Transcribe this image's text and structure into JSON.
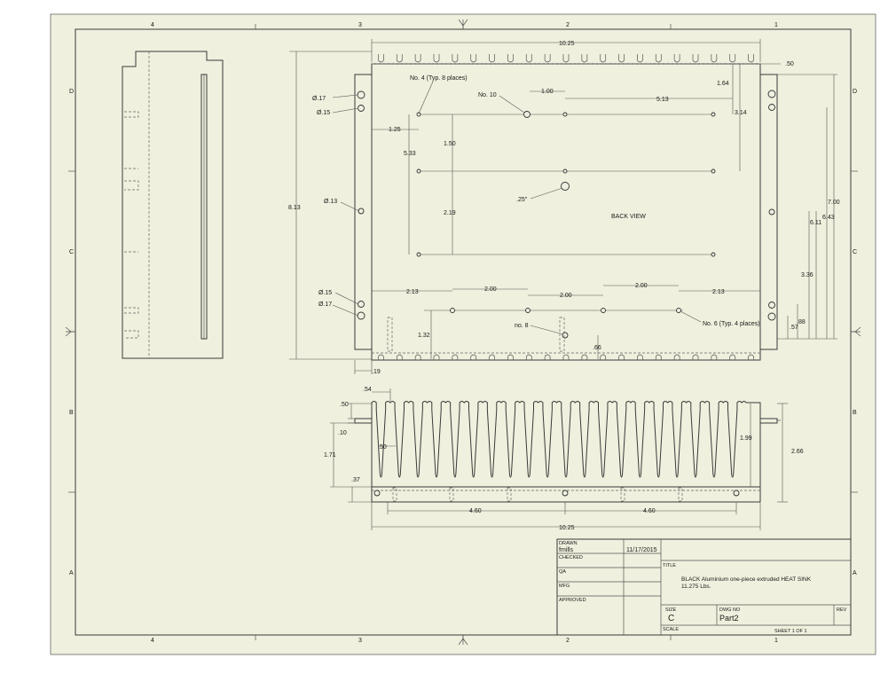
{
  "colors": {
    "paper": "#eff0dd",
    "line": "#3a3a3a"
  },
  "zones": {
    "columns": [
      "4",
      "3",
      "2",
      "1"
    ],
    "rows": [
      "D",
      "C",
      "B",
      "A"
    ]
  },
  "view_label": "BACK VIEW",
  "dimensions": {
    "top": {
      "overall_width": "10.25",
      "edge_offset": ".50",
      "pitch": "1.00",
      "offset_513": "5.13",
      "height_164": "1.64",
      "height_314": "3.14",
      "left_125": "1.25",
      "vert_150": "1.50",
      "vert_533": "5.33",
      "vert_219": "2.19",
      "total_813": "8.13",
      "right_700": "7.00",
      "right_643": "6.43",
      "right_611": "6.11",
      "right_336": "3.36",
      "right_088": ".88",
      "right_057": ".57",
      "bottom_213_left": "2.13",
      "bottom_200_a": "2.00",
      "bottom_200_b": "2.00",
      "bottom_200_c": "2.00",
      "bottom_213_right": "2.13",
      "vert_132": "1.32",
      "vert_066": ".66",
      "flange_019": ".19"
    },
    "holes": {
      "d17_top": "Ø.17",
      "d15_top": "Ø.15",
      "d13": "Ø.13",
      "d15_bot": "Ø.15",
      "d17_bot": "Ø.17",
      "angle_25": ".25\""
    },
    "callouts": {
      "no4": "No. 4 (Typ. 8 places)",
      "no10": "No. 10",
      "no8": "no. 8",
      "no6": "No. 6 (Typ. 4 places)"
    },
    "front": {
      "fin_054": ".54",
      "d050_top": ".50",
      "d010": ".10",
      "d050_inner": ".50",
      "d171": "1.71",
      "d037": ".37",
      "d199": "1.99",
      "d266": "2.66",
      "d460_left": "4.60",
      "d460_right": "4.60",
      "overall_width": "10.25"
    }
  },
  "title_block": {
    "drawn_label": "DRAWN",
    "drawn_by": "fmills",
    "drawn_date": "11/17/2015",
    "checked_label": "CHECKED",
    "qa_label": "QA",
    "mfg_label": "MFG",
    "approved_label": "APPROVED",
    "title_label": "TITLE",
    "title_line1": "BLACK Aluminium one-piece extruded HEAT SINK",
    "title_line2": "11.275 Lbs.",
    "size_label": "SIZE",
    "size_value": "C",
    "dwg_no_label": "DWG NO",
    "dwg_no_value": "Part2",
    "rev_label": "REV",
    "scale_label": "SCALE",
    "sheet_text": "SHEET 1  OF 1"
  }
}
